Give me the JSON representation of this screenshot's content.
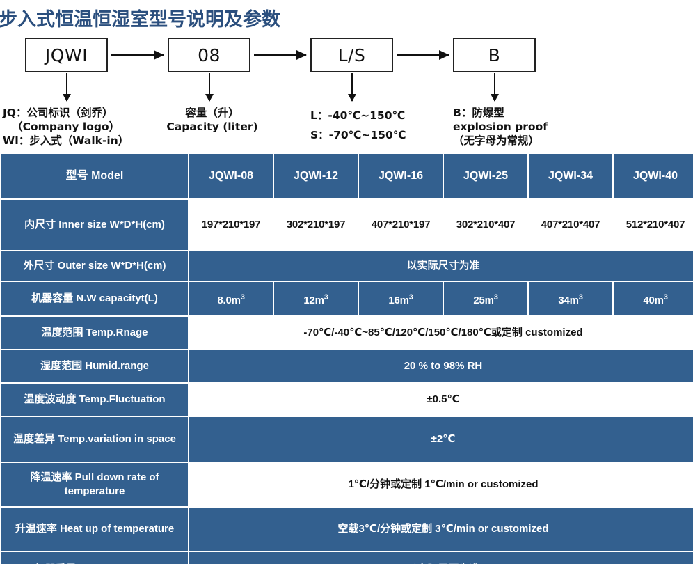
{
  "title": "步入式恒温恒湿室型号说明及参数",
  "diagram": {
    "boxes": [
      {
        "label": "JQWI"
      },
      {
        "label": "08"
      },
      {
        "label": "L/S"
      },
      {
        "label": "B"
      }
    ],
    "legends": [
      {
        "lines": [
          "JQ：公司标识（剑乔）",
          "（Company logo）",
          "WI：步入式（Walk-in）"
        ]
      },
      {
        "lines": [
          "容量（升）",
          "Capacity (liter)"
        ]
      },
      {
        "lines": [
          "L：-40℃~150℃",
          "S：-70℃~150℃"
        ]
      },
      {
        "lines": [
          "B：防爆型",
          "explosion proof",
          "（无字母为常规）"
        ]
      }
    ]
  },
  "table": {
    "header": {
      "label": "型号 Model",
      "models": [
        "JQWI-08",
        "JQWI-12",
        "JQWI-16",
        "JQWI-25",
        "JQWI-34",
        "JQWI-40"
      ]
    },
    "rows": [
      {
        "label": "内尺寸 Inner size W*D*H(cm)",
        "label_style": "blue",
        "cell_style": "white",
        "values": [
          "197*210*197",
          "302*210*197",
          "407*210*197",
          "302*210*407",
          "407*210*407",
          "512*210*407"
        ]
      },
      {
        "label": "外尺寸 Outer size W*D*H(cm)",
        "label_style": "blue",
        "cell_style": "blue",
        "merged": "以实际尺寸为准"
      },
      {
        "label": "机器容量 N.W capacityt(L)",
        "label_style": "blue",
        "cell_style": "blue",
        "values": [
          "8.0m³",
          "12m³",
          "16m³",
          "25m³",
          "34m³",
          "40m³"
        ]
      },
      {
        "label": "温度范围 Temp.Rnage",
        "label_style": "blue",
        "cell_style": "white",
        "merged": "-70℃/-40℃~85℃/120℃/150℃/180℃或定制 customized"
      },
      {
        "label": "湿度范围 Humid.range",
        "label_style": "blue",
        "cell_style": "blue",
        "merged": "20 % to 98% RH"
      },
      {
        "label": "温度波动度 Temp.Fluctuation",
        "label_style": "blue",
        "cell_style": "white",
        "merged": "±0.5℃"
      },
      {
        "label": "温度差异 Temp.variation in space",
        "label_style": "blue",
        "cell_style": "blue",
        "merged": "±2℃"
      },
      {
        "label": "降温速率 Pull down rate of temperature",
        "label_style": "blue",
        "cell_style": "white",
        "merged": "1℃/分钟或定制    1℃/min or customized"
      },
      {
        "label": "升温速率 Heat up of temperature",
        "label_style": "blue",
        "cell_style": "blue",
        "merged": "空载3℃/分钟或定制 3℃/min or customized"
      },
      {
        "label": "机器重量 N.W weight(kg)",
        "label_style": "blue",
        "cell_style": "blue",
        "merged": "以实际需要为准"
      }
    ]
  }
}
